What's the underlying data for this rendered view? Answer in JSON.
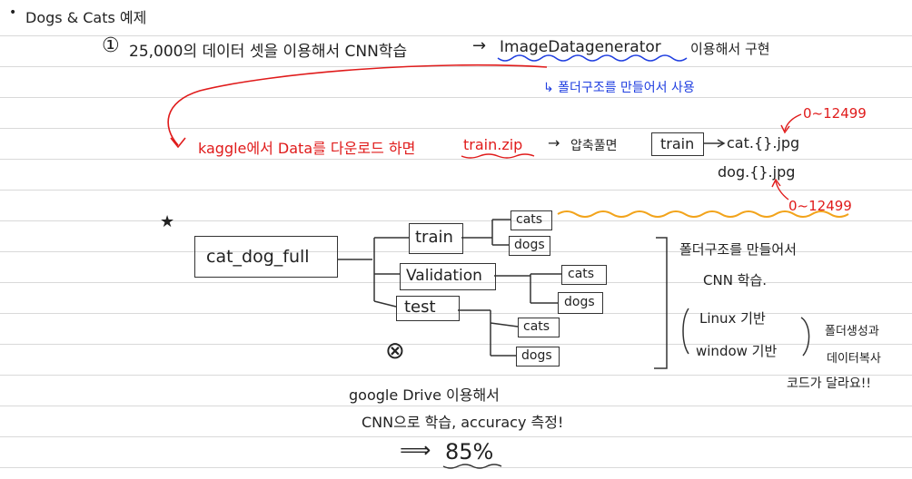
{
  "bullet": "•",
  "title": "Dogs & Cats 예제",
  "line1": {
    "number": "①",
    "text": "25,000의 데이터 셋을 이용해서 CNN학습",
    "arrow": "→",
    "method": "ImageDatagenerator",
    "suffix": "이용해서 구현"
  },
  "note_blue": "↳ 폴더구조를 만들어서 사용",
  "line2": {
    "text": "kaggle에서 Data를 다운로드 하면",
    "zip": "train.zip",
    "arrow": "→",
    "unzip": "압축풀면",
    "folder": "train",
    "cat_file": "cat.{}.jpg",
    "dog_file": "dog.{}.jpg",
    "cat_range": "0~12499",
    "dog_range": "0~12499"
  },
  "tree": {
    "star": "★",
    "root": "cat_dog_full",
    "train": "train",
    "validation": "Validation",
    "test": "test",
    "train_cats": "cats",
    "train_dogs": "dogs",
    "val_cats": "cats",
    "val_dogs": "dogs",
    "test_cats": "cats",
    "test_dogs": "dogs"
  },
  "right_notes": {
    "note1": "폴더구조를 만들어서",
    "note2": "CNN 학습.",
    "linux": "Linux 기반",
    "window": "window 기반",
    "note3": "폴더생성과",
    "note4": "데이터복사",
    "note5": "코드가 달라요!!"
  },
  "bottom": {
    "icon": "⊗",
    "line1": "google Drive 이용해서",
    "line2": "CNN으로 학습, accuracy 측정!",
    "arrow": "⟹",
    "result": "85%"
  }
}
